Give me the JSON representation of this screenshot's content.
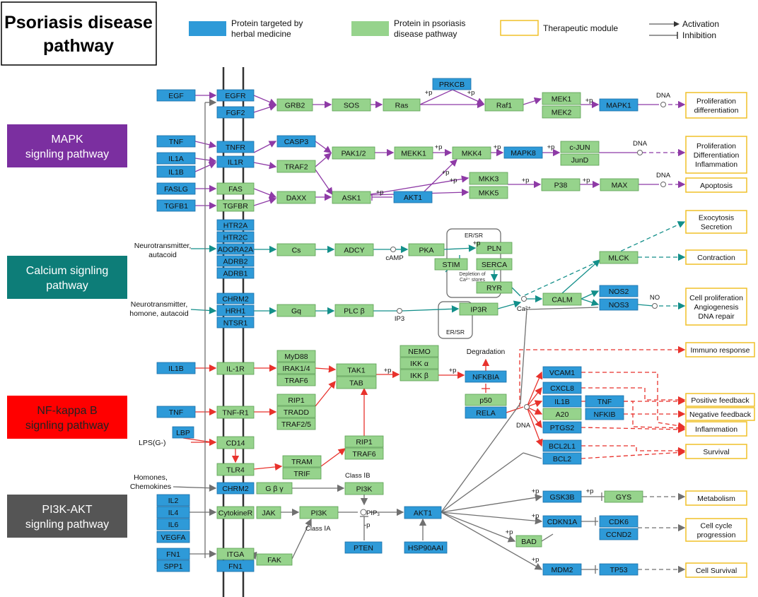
{
  "title": "Psoriasis disease pathway",
  "colors": {
    "blue_fill": "#2e9ad8",
    "blue_stroke": "#1a6fa8",
    "green_fill": "#96d38c",
    "green_stroke": "#5a9e52",
    "module_stroke": "#f0c028",
    "mapk": "#7b2fa0",
    "calcium": "#0d7d78",
    "nfkb": "#ff0000",
    "pi3k": "#555555",
    "line_mapk": "#8e3aa6",
    "line_calcium": "#138f8a",
    "line_nfkb": "#e8322c",
    "line_pi3k": "#707070"
  },
  "legend": {
    "blue": "Protein targeted  by herbal medicine",
    "green": "Protein in psoriasis disease pathway",
    "module": "Therapeutic module",
    "activation": "Activation",
    "inhibition": "Inhibition"
  },
  "pathways": [
    {
      "key": "mapk",
      "label": "MAPK signling pathway",
      "color": "#7b2fa0"
    },
    {
      "key": "calcium",
      "label": "Calcium signling pathway",
      "color": "#0d7d78"
    },
    {
      "key": "nfkb",
      "label": "NF-kappa B signling pathway",
      "color": "#ff0000"
    },
    {
      "key": "pi3k",
      "label": "PI3K-AKT signling pathway",
      "color": "#555555"
    }
  ],
  "texts": [
    "Neurotransmitter, autacoid",
    "Neurotransmitter, homone, autacoid",
    "LPS(G-)",
    "Homones, Chemokines",
    "cAMP",
    "IP3",
    "Ca2+",
    "NO",
    "DNA",
    "Degradation",
    "Class ⅠB",
    "Class ⅠA",
    "ER/SR",
    "Depletion of Ca2+ stores",
    "+p",
    "-p",
    "PIP3"
  ],
  "nodes": [
    {
      "id": "EGF",
      "label": "EGF",
      "type": "blue"
    },
    {
      "id": "EGFR",
      "label": "EGFR",
      "type": "blue"
    },
    {
      "id": "FGF2",
      "label": "FGF2",
      "type": "blue"
    },
    {
      "id": "GRB2",
      "label": "GRB2",
      "type": "green"
    },
    {
      "id": "SOS",
      "label": "SOS",
      "type": "green"
    },
    {
      "id": "Ras",
      "label": "Ras",
      "type": "green"
    },
    {
      "id": "PRKCB",
      "label": "PRKCB",
      "type": "blue"
    },
    {
      "id": "Raf1",
      "label": "Raf1",
      "type": "green"
    },
    {
      "id": "MEK1",
      "label": "MEK1",
      "type": "green"
    },
    {
      "id": "MEK2",
      "label": "MEK2",
      "type": "green"
    },
    {
      "id": "MAPK1",
      "label": "MAPK1",
      "type": "blue"
    },
    {
      "id": "TNF1",
      "label": "TNF",
      "type": "blue"
    },
    {
      "id": "IL1A",
      "label": "IL1A",
      "type": "blue"
    },
    {
      "id": "IL1B1",
      "label": "IL1B",
      "type": "blue"
    },
    {
      "id": "TNFR",
      "label": "TNFR",
      "type": "blue"
    },
    {
      "id": "IL1R",
      "label": "IL1R",
      "type": "blue"
    },
    {
      "id": "CASP3",
      "label": "CASP3",
      "type": "blue"
    },
    {
      "id": "TRAF2",
      "label": "TRAF2",
      "type": "green"
    },
    {
      "id": "PAK12",
      "label": "PAK1/2",
      "type": "green"
    },
    {
      "id": "MEKK1",
      "label": "MEKK1",
      "type": "green"
    },
    {
      "id": "MKK4",
      "label": "MKK4",
      "type": "green"
    },
    {
      "id": "MAPK8",
      "label": "MAPK8",
      "type": "blue"
    },
    {
      "id": "cJUN",
      "label": "c-JUN",
      "type": "green"
    },
    {
      "id": "JunD",
      "label": "JunD",
      "type": "green"
    },
    {
      "id": "FASLG",
      "label": "FASLG",
      "type": "blue"
    },
    {
      "id": "TGFB1",
      "label": "TGFB1",
      "type": "blue"
    },
    {
      "id": "FAS",
      "label": "FAS",
      "type": "green"
    },
    {
      "id": "TGFBR",
      "label": "TGFBR",
      "type": "green"
    },
    {
      "id": "DAXX",
      "label": "DAXX",
      "type": "green"
    },
    {
      "id": "ASK1",
      "label": "ASK1",
      "type": "green"
    },
    {
      "id": "AKT1a",
      "label": "AKT1",
      "type": "blue"
    },
    {
      "id": "MKK3",
      "label": "MKK3",
      "type": "green"
    },
    {
      "id": "MKK5",
      "label": "MKK5",
      "type": "green"
    },
    {
      "id": "P38",
      "label": "P38",
      "type": "green"
    },
    {
      "id": "MAX",
      "label": "MAX",
      "type": "green"
    },
    {
      "id": "HTR2A",
      "label": "HTR2A",
      "type": "blue"
    },
    {
      "id": "HTR2C",
      "label": "HTR2C",
      "type": "blue"
    },
    {
      "id": "ADORA2A",
      "label": "ADORA2A",
      "type": "blue"
    },
    {
      "id": "ADRB2",
      "label": "ADRB2",
      "type": "blue"
    },
    {
      "id": "ADRB1",
      "label": "ADRB1",
      "type": "blue"
    },
    {
      "id": "Cs",
      "label": "Cs",
      "type": "green"
    },
    {
      "id": "ADCY",
      "label": "ADCY",
      "type": "green"
    },
    {
      "id": "PKA",
      "label": "PKA",
      "type": "green"
    },
    {
      "id": "PLN",
      "label": "PLN",
      "type": "green"
    },
    {
      "id": "STIM",
      "label": "STIM",
      "type": "green"
    },
    {
      "id": "SERCA",
      "label": "SERCA",
      "type": "green"
    },
    {
      "id": "RYR",
      "label": "RYR",
      "type": "green"
    },
    {
      "id": "MLCK",
      "label": "MLCK",
      "type": "green"
    },
    {
      "id": "CALM",
      "label": "CALM",
      "type": "green"
    },
    {
      "id": "NOS2",
      "label": "NOS2",
      "type": "blue"
    },
    {
      "id": "NOS3",
      "label": "NOS3",
      "type": "blue"
    },
    {
      "id": "CHRM2a",
      "label": "CHRM2",
      "type": "blue"
    },
    {
      "id": "HRH1",
      "label": "HRH1",
      "type": "blue"
    },
    {
      "id": "NTSR1",
      "label": "NTSR1",
      "type": "blue"
    },
    {
      "id": "Gq",
      "label": "Gq",
      "type": "green"
    },
    {
      "id": "PLCb",
      "label": "PLC β",
      "type": "green"
    },
    {
      "id": "IP3R",
      "label": "IP3R",
      "type": "green"
    },
    {
      "id": "IL1B2",
      "label": "IL1B",
      "type": "blue"
    },
    {
      "id": "IL1R2",
      "label": "IL-1R",
      "type": "green"
    },
    {
      "id": "MyD88",
      "label": "MyD88",
      "type": "green"
    },
    {
      "id": "IRAK14",
      "label": "IRAK1/4",
      "type": "green"
    },
    {
      "id": "TRAF6a",
      "label": "TRAF6",
      "type": "green"
    },
    {
      "id": "TAK1",
      "label": "TAK1",
      "type": "green"
    },
    {
      "id": "TAB",
      "label": "TAB",
      "type": "green"
    },
    {
      "id": "NEMO",
      "label": "NEMO",
      "type": "green"
    },
    {
      "id": "IKKa",
      "label": "IKK α",
      "type": "green"
    },
    {
      "id": "IKKb",
      "label": "IKK β",
      "type": "green"
    },
    {
      "id": "NFKBIA",
      "label": "NFKBIA",
      "type": "blue"
    },
    {
      "id": "p50",
      "label": "p50",
      "type": "green"
    },
    {
      "id": "RELA",
      "label": "RELA",
      "type": "blue"
    },
    {
      "id": "TNF2",
      "label": "TNF",
      "type": "blue"
    },
    {
      "id": "TNFR1",
      "label": "TNF-R1",
      "type": "green"
    },
    {
      "id": "RIP1a",
      "label": "RIP1",
      "type": "green"
    },
    {
      "id": "TRADD",
      "label": "TRADD",
      "type": "green"
    },
    {
      "id": "TRAF25",
      "label": "TRAF2/5",
      "type": "green"
    },
    {
      "id": "LBP",
      "label": "LBP",
      "type": "blue"
    },
    {
      "id": "CD14",
      "label": "CD14",
      "type": "green"
    },
    {
      "id": "TLR4",
      "label": "TLR4",
      "type": "green"
    },
    {
      "id": "TRAM",
      "label": "TRAM",
      "type": "green"
    },
    {
      "id": "TRIF",
      "label": "TRIF",
      "type": "green"
    },
    {
      "id": "RIP1b",
      "label": "RIP1",
      "type": "green"
    },
    {
      "id": "TRAF6b",
      "label": "TRAF6",
      "type": "green"
    },
    {
      "id": "VCAM1",
      "label": "VCAM1",
      "type": "blue"
    },
    {
      "id": "CXCL8",
      "label": "CXCL8",
      "type": "blue"
    },
    {
      "id": "IL1B3",
      "label": "IL1B",
      "type": "blue"
    },
    {
      "id": "TNF3",
      "label": "TNF",
      "type": "blue"
    },
    {
      "id": "A20",
      "label": "A20",
      "type": "green"
    },
    {
      "id": "NFKIB",
      "label": "NFKIB",
      "type": "blue"
    },
    {
      "id": "PTGS2",
      "label": "PTGS2",
      "type": "blue"
    },
    {
      "id": "BCL2L1",
      "label": "BCL2L1",
      "type": "blue"
    },
    {
      "id": "BCL2",
      "label": "BCL2",
      "type": "blue"
    },
    {
      "id": "CHRM2b",
      "label": "CHRM2",
      "type": "blue"
    },
    {
      "id": "Gby",
      "label": "G β  γ",
      "type": "green"
    },
    {
      "id": "PI3Ka",
      "label": "PI3K",
      "type": "green"
    },
    {
      "id": "IL2",
      "label": "IL2",
      "type": "blue"
    },
    {
      "id": "IL4",
      "label": "IL4",
      "type": "blue"
    },
    {
      "id": "IL6",
      "label": "IL6",
      "type": "blue"
    },
    {
      "id": "VEGFA",
      "label": "VEGFA",
      "type": "blue"
    },
    {
      "id": "CytokineR",
      "label": "CytokineR",
      "type": "green"
    },
    {
      "id": "JAK",
      "label": "JAK",
      "type": "green"
    },
    {
      "id": "PI3Kb",
      "label": "PI3K",
      "type": "green"
    },
    {
      "id": "AKT1b",
      "label": "AKT1",
      "type": "blue"
    },
    {
      "id": "PTEN",
      "label": "PTEN",
      "type": "blue"
    },
    {
      "id": "HSP90AAI",
      "label": "HSP90AAI",
      "type": "blue"
    },
    {
      "id": "FN1a",
      "label": "FN1",
      "type": "blue"
    },
    {
      "id": "SPP1",
      "label": "SPP1",
      "type": "blue"
    },
    {
      "id": "ITGA",
      "label": "ITGA",
      "type": "green"
    },
    {
      "id": "FN1b",
      "label": "FN1",
      "type": "blue"
    },
    {
      "id": "FAK",
      "label": "FAK",
      "type": "green"
    },
    {
      "id": "GSK3B",
      "label": "GSK3B",
      "type": "blue"
    },
    {
      "id": "GYS",
      "label": "GYS",
      "type": "green"
    },
    {
      "id": "CDKN1A",
      "label": "CDKN1A",
      "type": "blue"
    },
    {
      "id": "CDK6",
      "label": "CDK6",
      "type": "blue"
    },
    {
      "id": "CCND2",
      "label": "CCND2",
      "type": "blue"
    },
    {
      "id": "BAD",
      "label": "BAD",
      "type": "green"
    },
    {
      "id": "MDM2",
      "label": "MDM2",
      "type": "blue"
    },
    {
      "id": "TP53",
      "label": "TP53",
      "type": "blue"
    }
  ],
  "modules": [
    {
      "id": "m_prolif1",
      "label": "Proliferation differentiation"
    },
    {
      "id": "m_prolif2",
      "label": "Proliferation Differentiation Inflammation"
    },
    {
      "id": "m_apoptosis",
      "label": "Apoptosis"
    },
    {
      "id": "m_exocytosis",
      "label": "Exocytosis Secretion"
    },
    {
      "id": "m_contraction",
      "label": "Contraction"
    },
    {
      "id": "m_cellprolif",
      "label": "Cell proliferation Angiogenesis DNA repair"
    },
    {
      "id": "m_immuno",
      "label": "Immuno response"
    },
    {
      "id": "m_posfb",
      "label": "Positive feedback"
    },
    {
      "id": "m_negfb",
      "label": "Negative feedback"
    },
    {
      "id": "m_inflam",
      "label": "Inflammation"
    },
    {
      "id": "m_survival",
      "label": "Survival"
    },
    {
      "id": "m_metab",
      "label": "Metabolism"
    },
    {
      "id": "m_cellcycle",
      "label": "Cell cycle progression"
    },
    {
      "id": "m_cellsurv",
      "label": "Cell Survival"
    }
  ]
}
